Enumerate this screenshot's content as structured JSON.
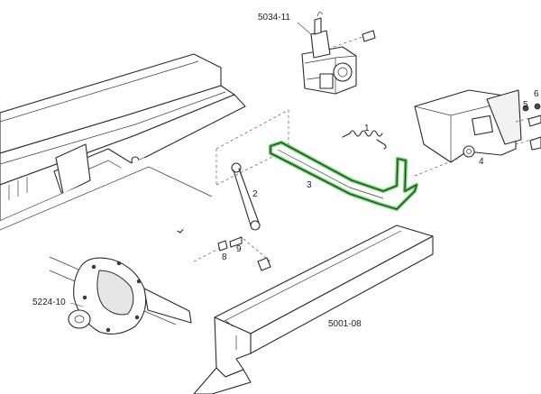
{
  "diagram": {
    "highlight_color": "#3cc93c",
    "callouts": {
      "sensor": "5034-11",
      "spring": "1",
      "link": "2",
      "lever": "3",
      "bracket": "4",
      "bracket_bolt": "5",
      "bracket_nut": "6",
      "lower_nut": "8",
      "lower_bolt": "9",
      "axle": "5224-10",
      "frame": "5001-08"
    }
  }
}
